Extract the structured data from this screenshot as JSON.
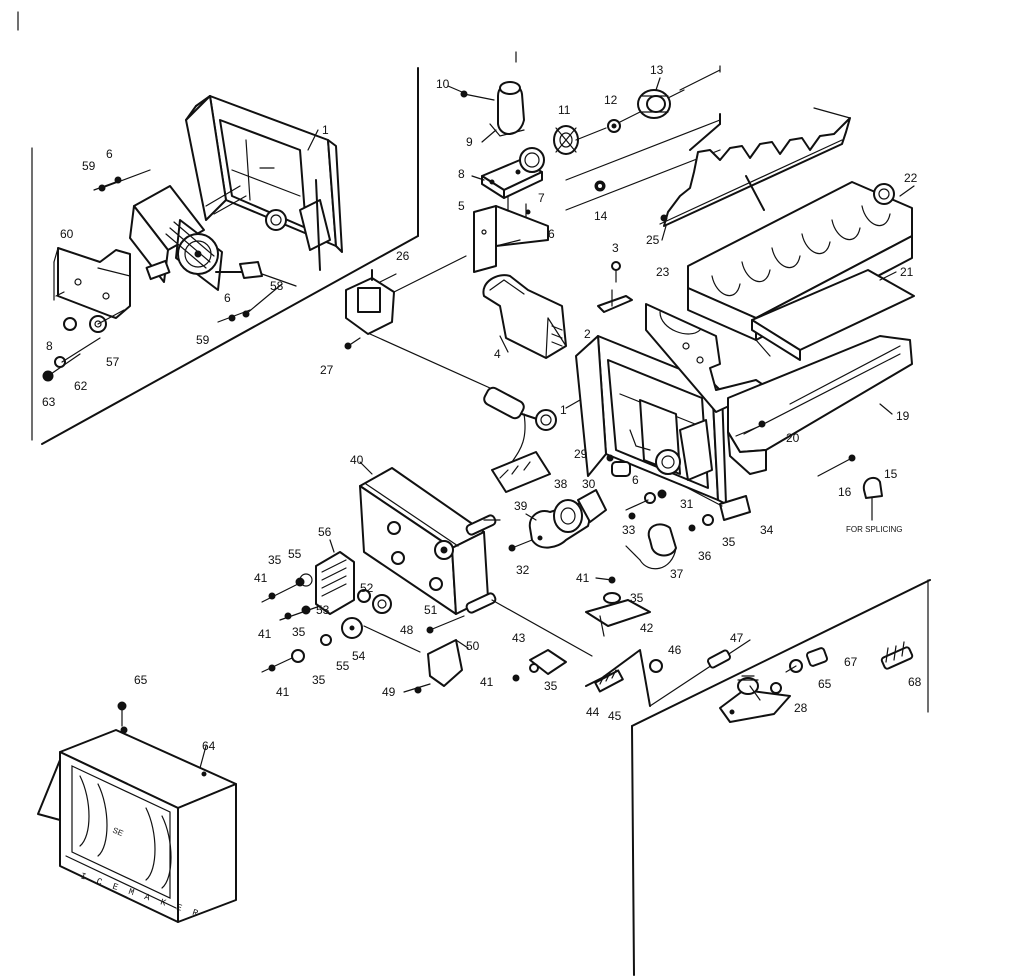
{
  "labels": {
    "1": "1",
    "2": "2",
    "3": "3",
    "4": "4",
    "5": "5",
    "6": "6",
    "7": "7",
    "8": "8",
    "9": "9",
    "10": "10",
    "11": "11",
    "12": "12",
    "13": "13",
    "14": "14",
    "15": "15",
    "16": "16",
    "19": "19",
    "20": "20",
    "21": "21",
    "22": "22",
    "23": "23",
    "25": "25",
    "26": "26",
    "27": "27",
    "28": "28",
    "29": "29",
    "30": "30",
    "31": "31",
    "32": "32",
    "33": "33",
    "34": "34",
    "35": "35",
    "36": "36",
    "37": "37",
    "38": "38",
    "39": "39",
    "40": "40",
    "41": "41",
    "42": "42",
    "43": "43",
    "44": "44",
    "45": "45",
    "46": "46",
    "47": "47",
    "48": "48",
    "49": "49",
    "50": "50",
    "51": "51",
    "52": "52",
    "53": "53",
    "54": "54",
    "55": "55",
    "56": "56",
    "57": "57",
    "58": "58",
    "59": "59",
    "60": "60",
    "62": "62",
    "63": "63",
    "64": "64",
    "65": "65",
    "67": "67",
    "68": "68"
  },
  "notes": {
    "for_splicing": "FOR SPLICING",
    "ice_maker": "I C E   M A K E R"
  }
}
